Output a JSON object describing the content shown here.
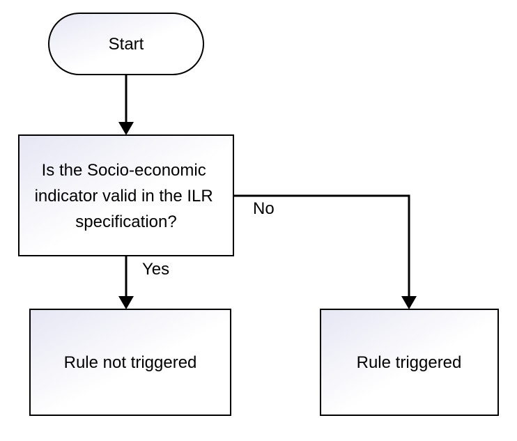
{
  "nodes": {
    "start": {
      "label": "Start"
    },
    "decision": {
      "lines": [
        "Is the  Socio-economic",
        "indicator valid in the ILR",
        "specification?"
      ]
    },
    "not_triggered": {
      "label": "Rule not triggered"
    },
    "triggered": {
      "label": "Rule triggered"
    }
  },
  "edges": {
    "no_label": "No",
    "yes_label": "Yes"
  },
  "colors": {
    "fill_light": "#ffffff",
    "fill_shade": "#e6e6f4",
    "stroke": "#000000"
  }
}
